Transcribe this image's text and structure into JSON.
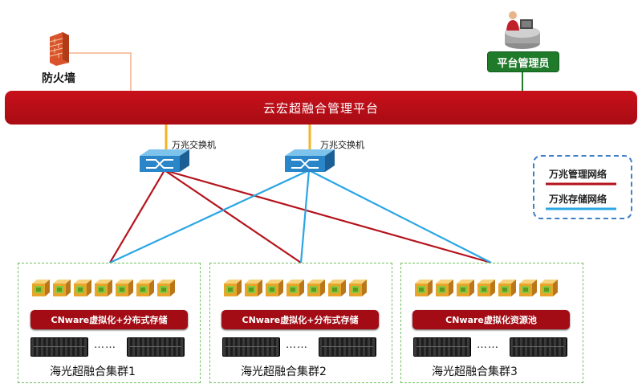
{
  "platform": {
    "label": "云宏超融合管理平台"
  },
  "firewall": {
    "label": "防火墙",
    "icon": "firewall-icon"
  },
  "admin": {
    "label": "平台管理员",
    "icon": "admin-workstation-icon"
  },
  "switches": [
    {
      "label": "万兆交换机",
      "icon": "switch-icon"
    },
    {
      "label": "万兆交换机",
      "icon": "switch-icon"
    }
  ],
  "legend": {
    "items": [
      {
        "label": "万兆管理网络",
        "color": "#b5121b"
      },
      {
        "label": "万兆存储网络",
        "color": "#2aa6e3"
      }
    ]
  },
  "clusters": [
    {
      "software": "CNware虚拟化+分布式存储",
      "name": "海光超融合集群1",
      "ellipsis": "……"
    },
    {
      "software": "CNware虚拟化+分布式存储",
      "name": "海光超融合集群2",
      "ellipsis": "……"
    },
    {
      "software": "CNware虚拟化资源池",
      "name": "海光超融合集群3",
      "ellipsis": "……"
    }
  ],
  "colors": {
    "management": "#b5121b",
    "storage": "#2aa6e3",
    "uplink": "#f0b429",
    "platform": "#b80e17"
  }
}
